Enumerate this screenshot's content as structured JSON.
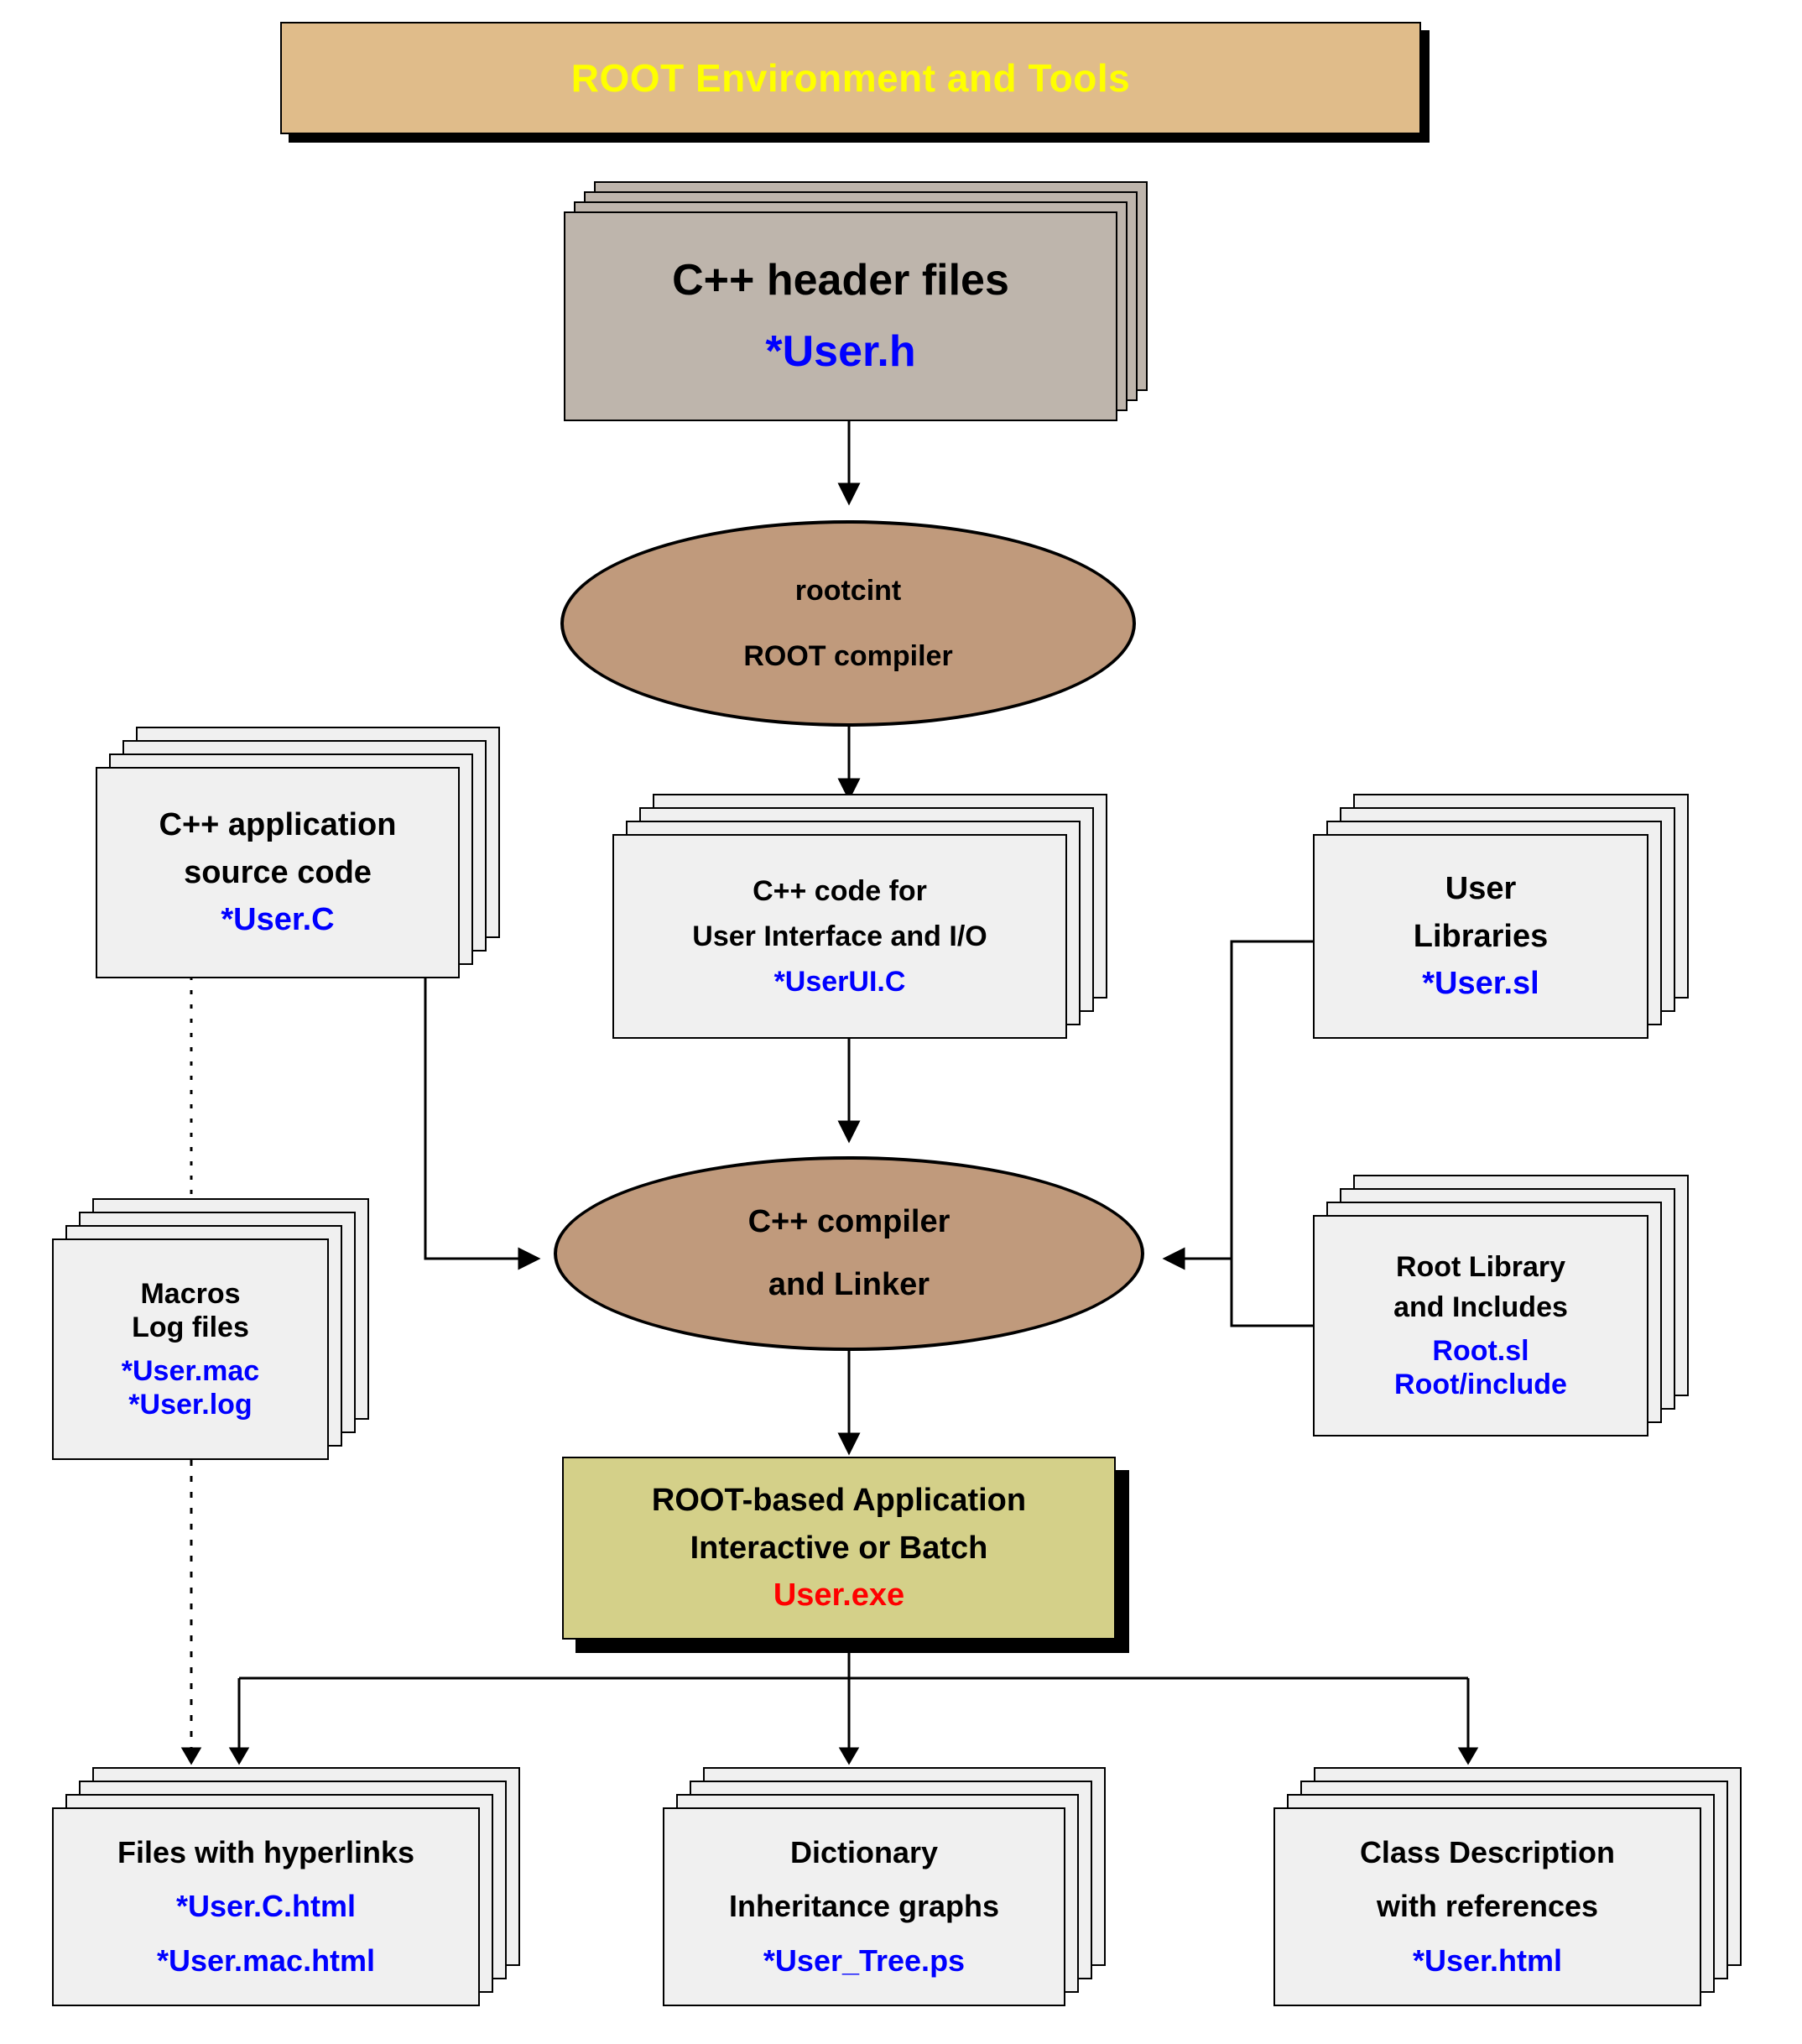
{
  "title": {
    "text": "ROOT Environment and Tools",
    "fill": "#E0BC8A",
    "text_color": "#FFFF00"
  },
  "colors": {
    "card": "#F0F0F0",
    "card_gray": "#BEB5AC",
    "ellipse": "#C09A7C",
    "exe": "#D4D089",
    "file_name": "#0000FF",
    "exe_name": "#FF0000",
    "line": "#000000"
  },
  "nodes": {
    "header_files": {
      "line1": "C++ header files",
      "file": "*User.h"
    },
    "rootcint": {
      "line1": "rootcint",
      "line2": "ROOT compiler"
    },
    "app_source": {
      "line1": "C++ application",
      "line2": "source code",
      "file": "*User.C"
    },
    "ui_code": {
      "line1": "C++ code for",
      "line2": "User Interface and I/O",
      "file": "*UserUI.C"
    },
    "user_libraries": {
      "line1": "User",
      "line2": "Libraries",
      "file": "*User.sl"
    },
    "macros_logs": {
      "line1": "Macros",
      "line2": "Log files",
      "file1": "*User.mac",
      "file2": "*User.log"
    },
    "cpp_compiler": {
      "line1": "C++ compiler",
      "line2": "and Linker"
    },
    "root_library": {
      "line1": "Root Library",
      "line2": "and Includes",
      "file1": "Root.sl",
      "file2": "Root/include"
    },
    "root_app": {
      "line1": "ROOT-based Application",
      "line2": "Interactive or Batch",
      "exe": "User.exe"
    },
    "hyperlink_files": {
      "line1": "Files with hyperlinks",
      "file1": "*User.C.html",
      "file2": "*User.mac.html"
    },
    "dictionary": {
      "line1": "Dictionary",
      "line2": "Inheritance graphs",
      "file": "*User_Tree.ps"
    },
    "class_description": {
      "line1": "Class Description",
      "line2": "with references",
      "file": "*User.html"
    }
  }
}
